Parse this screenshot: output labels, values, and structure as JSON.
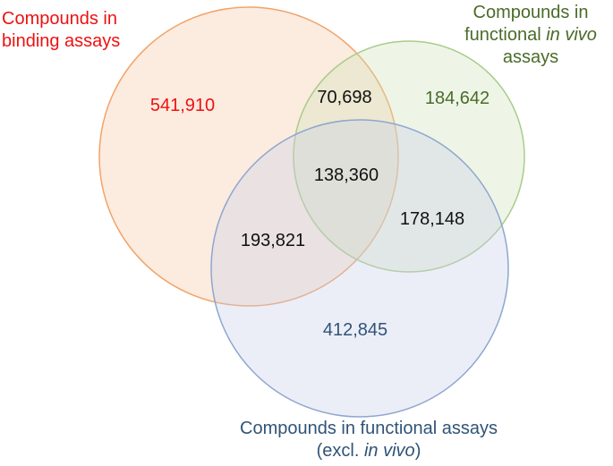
{
  "sets": [
    {
      "key": "binding",
      "label_lines": [
        "Compounds in",
        "binding assays"
      ],
      "label_color": "#ee1111",
      "fill": "#f7c6a4",
      "stroke": "#f0a46a"
    },
    {
      "key": "in_vivo",
      "label_lines": [
        "Compounds in",
        "functional ",
        "in vivo",
        "assays"
      ],
      "label_color": "#4a6b2a",
      "fill": "#cfe3b6",
      "stroke": "#a9cc8a"
    },
    {
      "key": "functional",
      "label_lines": [
        "Compounds in functional assays",
        "(excl. ",
        "in vivo",
        ")"
      ],
      "label_color": "#2f5478",
      "fill": "#c9cde8",
      "stroke": "#8ea6cf"
    }
  ],
  "regions": [
    {
      "id": "binding-only",
      "value": "541,910",
      "color": "#ee1111"
    },
    {
      "id": "in-vivo-only",
      "value": "184,642",
      "color": "#4a6b2a"
    },
    {
      "id": "functional-only",
      "value": "412,845",
      "color": "#2f5478"
    },
    {
      "id": "binding-in-vivo",
      "value": "70,698",
      "color": "#111111"
    },
    {
      "id": "all-three",
      "value": "138,360",
      "color": "#111111"
    },
    {
      "id": "binding-functional",
      "value": "193,821",
      "color": "#111111"
    },
    {
      "id": "in-vivo-functional",
      "value": "178,148",
      "color": "#111111"
    }
  ]
}
